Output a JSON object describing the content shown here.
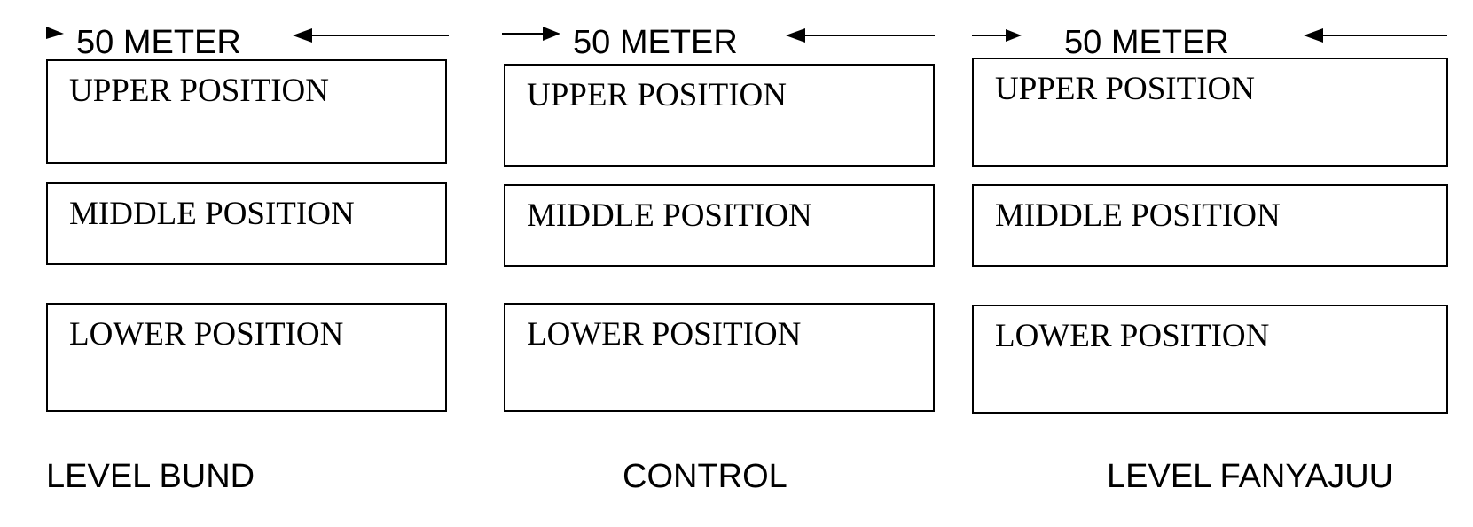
{
  "columns": [
    {
      "width_label": "50 METER",
      "positions": [
        "UPPER POSITION",
        "MIDDLE POSITION",
        "LOWER POSITION"
      ],
      "treatment": "LEVEL BUND"
    },
    {
      "width_label": "50 METER",
      "positions": [
        "UPPER POSITION",
        "MIDDLE POSITION",
        "LOWER POSITION"
      ],
      "treatment": "CONTROL"
    },
    {
      "width_label": "50 METER",
      "positions": [
        "UPPER POSITION",
        "MIDDLE POSITION",
        "LOWER POSITION"
      ],
      "treatment": "LEVEL FANYAJUU"
    }
  ]
}
